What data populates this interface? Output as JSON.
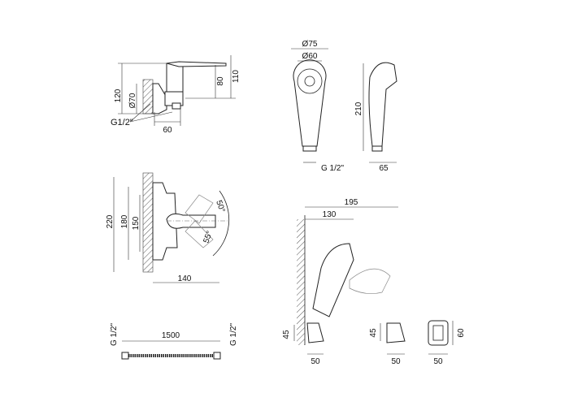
{
  "side_view": {
    "h120": "120",
    "d70": "Ø70",
    "thread": "G1/2\"",
    "w60": "60",
    "h80": "80",
    "h110": "110"
  },
  "hand_shower": {
    "d75": "Ø75",
    "d60": "Ø60",
    "h210": "210",
    "thread": "G 1/2\"",
    "w65": "65"
  },
  "front_view": {
    "h220": "220",
    "h180": "180",
    "h150": "150",
    "angle_up": "50°",
    "angle_down": "55°",
    "w140": "140"
  },
  "wall_holder_view": {
    "w195": "195",
    "w130": "130",
    "h45": "45",
    "w50": "50"
  },
  "holder_detail": {
    "h45": "45",
    "w50a": "50",
    "h60": "60",
    "w50b": "50"
  },
  "hose": {
    "thread_left": "G 1/2\"",
    "length": "1500",
    "thread_right": "G 1/2\""
  }
}
